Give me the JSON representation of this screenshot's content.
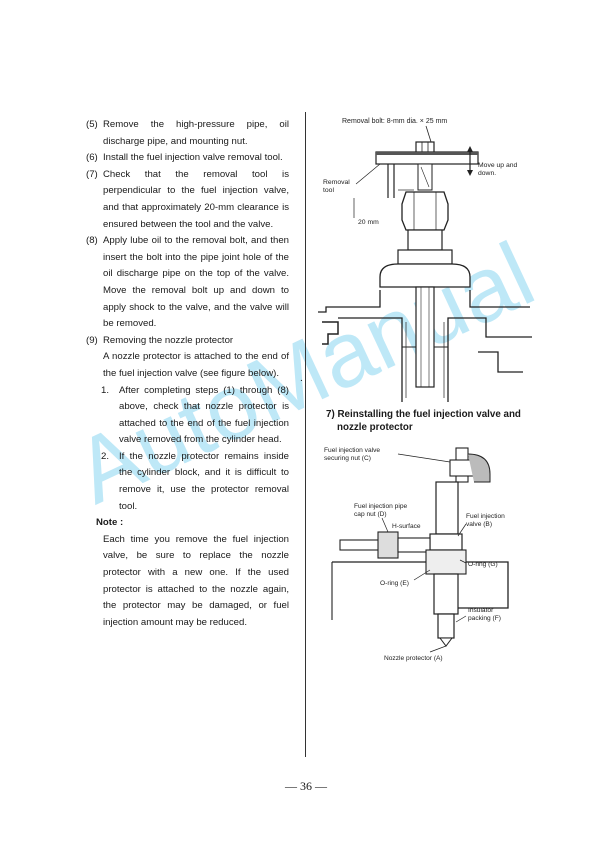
{
  "left_column": {
    "step5": {
      "num": "(5)",
      "text": "Remove the high-pressure pipe, oil discharge pipe, and mounting nut."
    },
    "step6": {
      "num": "(6)",
      "text": "Install the fuel injection valve removal tool."
    },
    "step7": {
      "num": "(7)",
      "text": "Check that the removal tool is perpendicular to the fuel injection valve, and that approximately 20-mm clearance is ensured between the tool and the valve."
    },
    "step8": {
      "num": "(8)",
      "text": "Apply lube oil to the removal bolt, and then insert the bolt into the pipe joint hole of the oil discharge pipe on the top of the valve. Move the removal bolt up and down to apply shock to the valve, and the valve will be removed."
    },
    "step9": {
      "num": "(9)",
      "text": "Removing the nozzle protector",
      "body": "A nozzle protector is attached to the end of the fuel injection valve (see figure below)."
    },
    "sub1": {
      "num": "1.",
      "text": "After completing steps (1) through (8) above, check that nozzle protector is attached to the end of the fuel injection valve removed from the cylinder head."
    },
    "sub2": {
      "num": "2.",
      "text": "If the nozzle protector remains inside the cylinder block, and it is difficult to remove it, use the protector removal tool."
    },
    "note": {
      "title": "Note :",
      "text": "Each time you remove the fuel injection valve, be sure to replace the nozzle protector with a new one. If the used protector is attached to the nozzle again, the protector may be damaged, or fuel injection amount may be reduced."
    }
  },
  "figure1": {
    "removal_bolt_label": "Removal bolt: 8-mm dia. × 25 mm",
    "move_label_1": "Move up and",
    "move_label_2": "down.",
    "removal_tool_label_1": "Removal",
    "removal_tool_label_2": "tool",
    "clearance_label": "20 mm"
  },
  "section": {
    "number": "7)",
    "title_line1": "Reinstalling the fuel injection valve and",
    "title_line2": "nozzle protector"
  },
  "figure2": {
    "securing_nut_1": "Fuel injection valve",
    "securing_nut_2": "securing nut (C)",
    "cap_nut_1": "Fuel injection pipe",
    "cap_nut_2": "cap nut (D)",
    "h_surface": "H-surface",
    "valve_1": "Fuel injection",
    "valve_2": "valve (B)",
    "oring_g": "O-ring (G)",
    "oring_e": "O-ring (E)",
    "packing_1": "Insulator",
    "packing_2": "packing (F)",
    "protector": "Nozzle protector (A)"
  },
  "page_number": "— 36 —",
  "watermark": "AutoManual",
  "colors": {
    "watermark": "#64c8eb",
    "ink": "#1a1a1a"
  }
}
